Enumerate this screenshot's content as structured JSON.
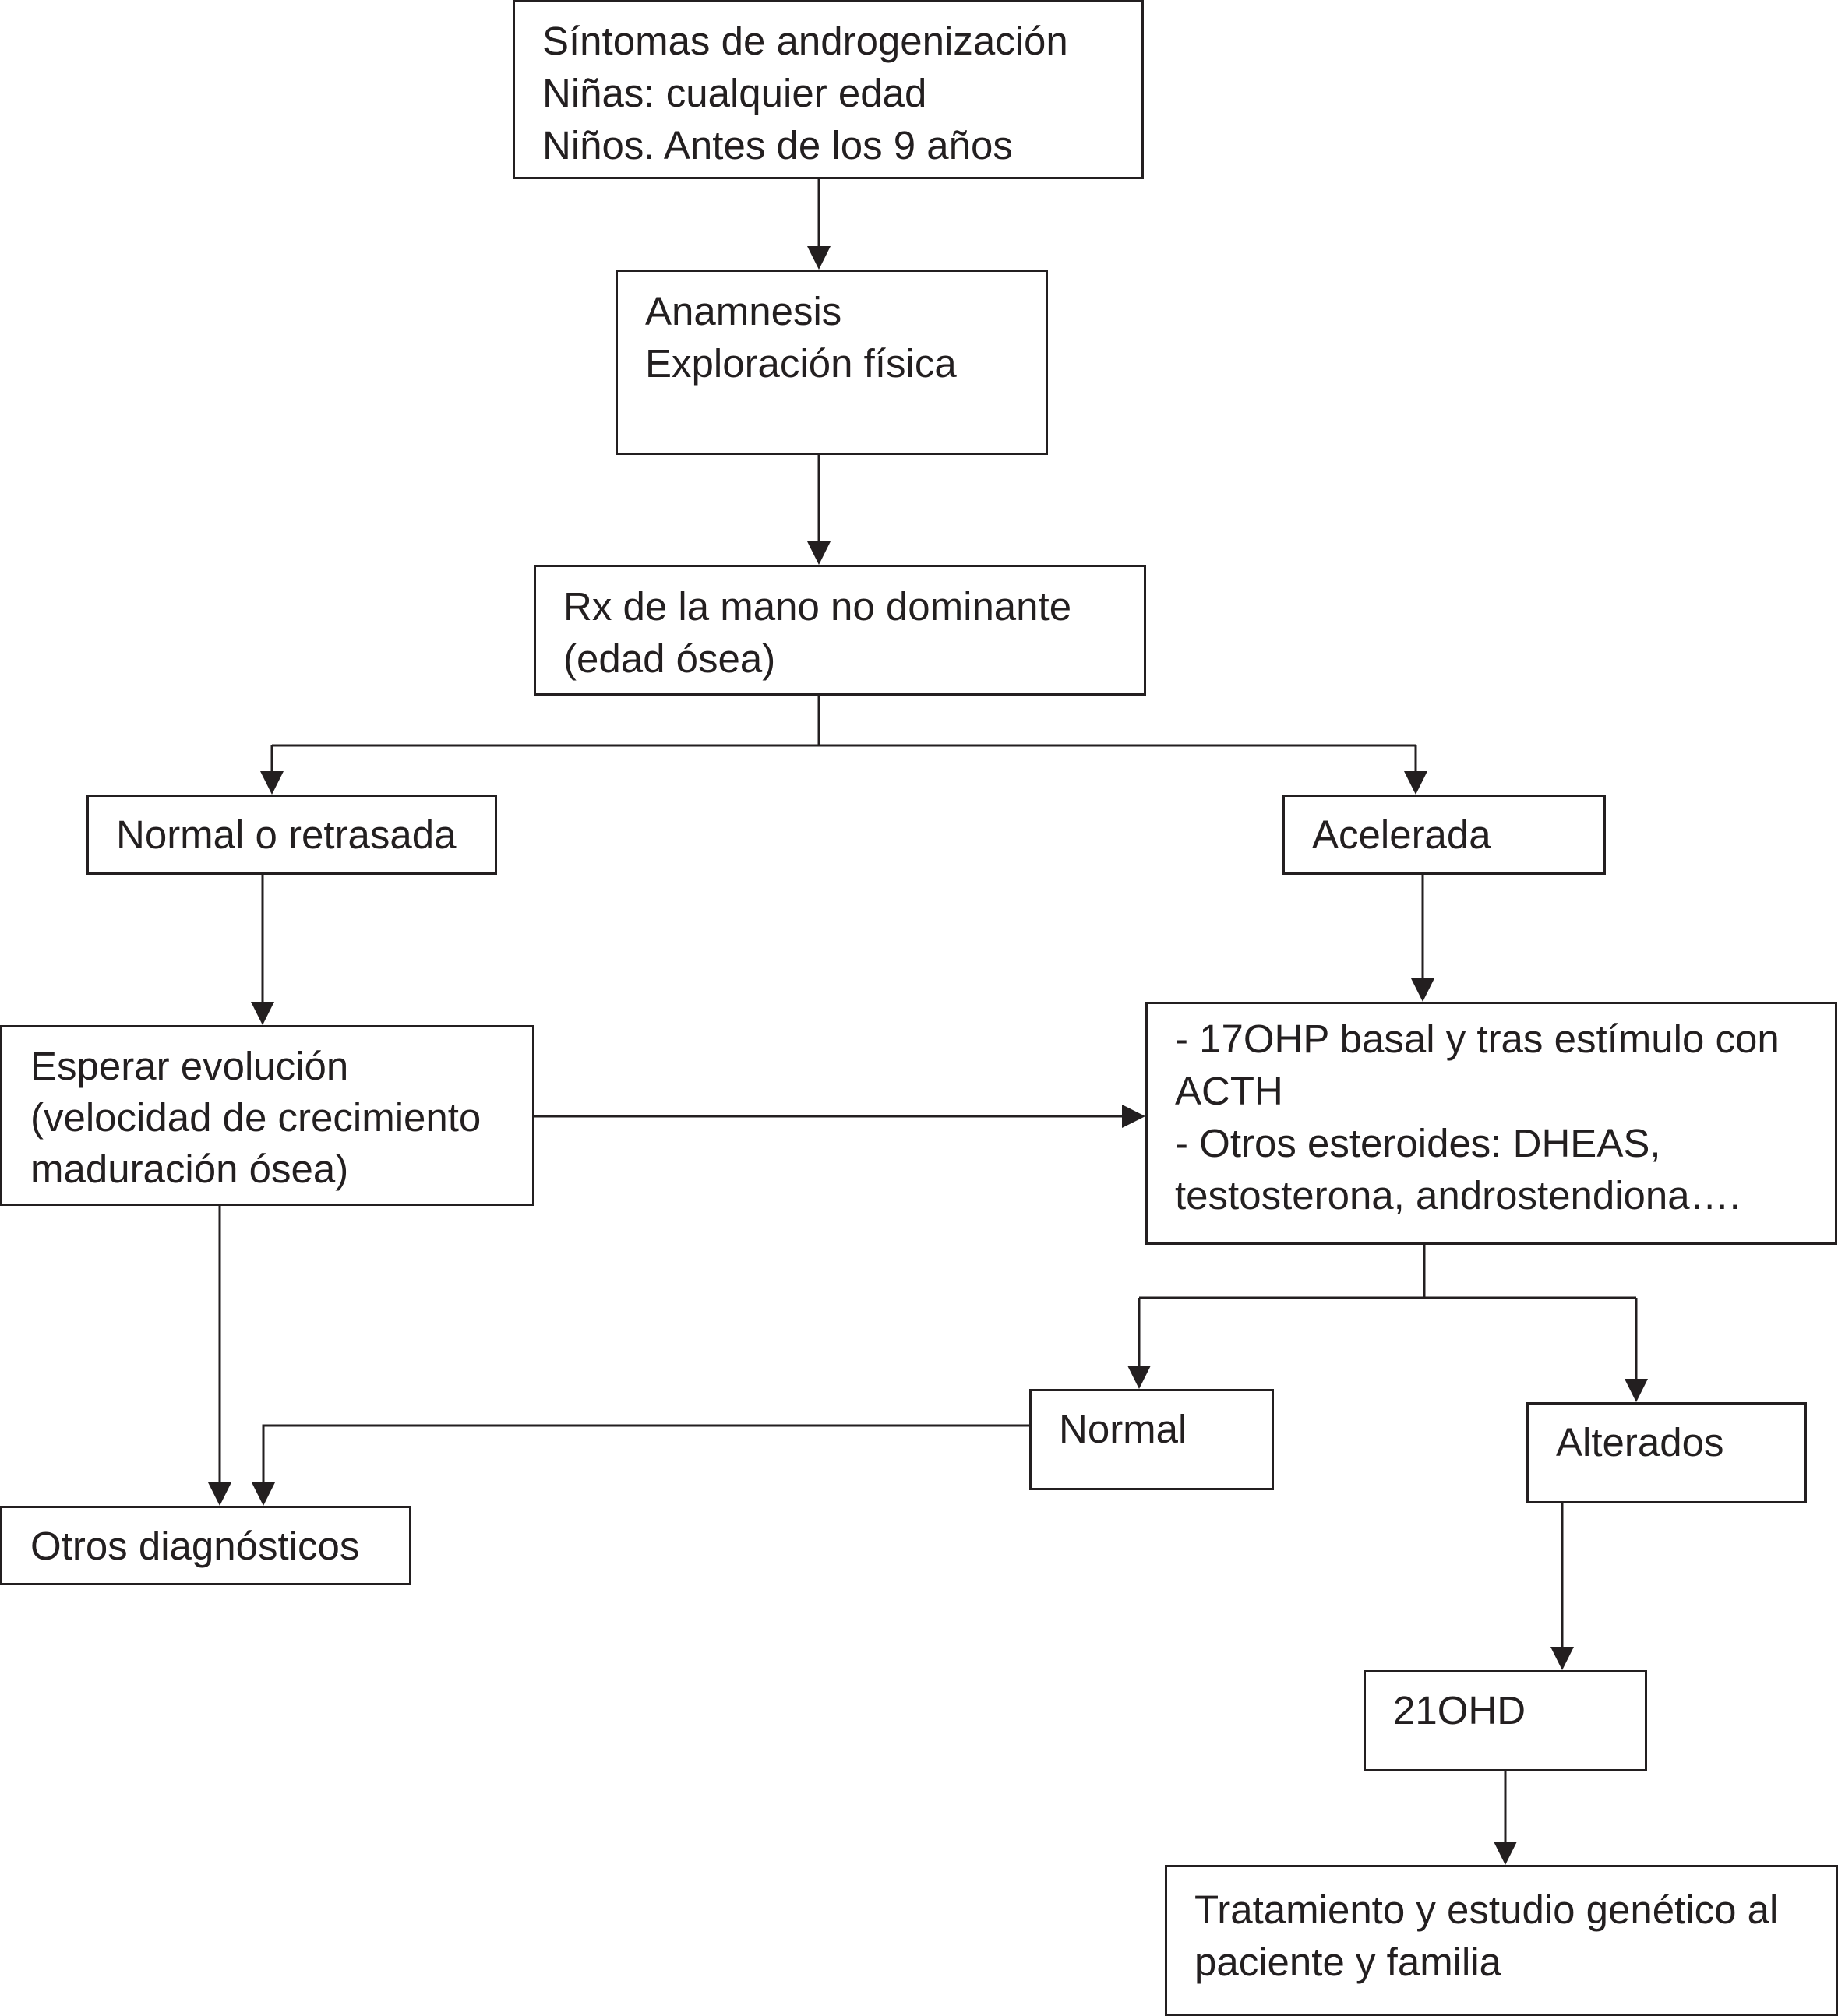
{
  "nodes": {
    "sintomas": {
      "lines": [
        "Síntomas de androgenización",
        "Niñas: cualquier edad",
        "Niños. Antes de los 9 años"
      ]
    },
    "anamnesis": {
      "lines": [
        "Anamnesis",
        "Exploración física"
      ]
    },
    "rx": {
      "lines": [
        "Rx de la mano no dominante",
        "(edad ósea)"
      ]
    },
    "normal_retrasada": {
      "lines": [
        "Normal o retrasada"
      ]
    },
    "acelerada": {
      "lines": [
        "Acelerada"
      ]
    },
    "esperar": {
      "lines": [
        "Esperar evolución",
        "(velocidad de crecimiento",
        "maduración ósea)"
      ]
    },
    "ohp": {
      "lines": [
        "- 17OHP basal y tras estímulo con",
        "ACTH",
        "- Otros esteroides: DHEAS,",
        "testosterona, androstendiona…."
      ]
    },
    "normal": {
      "lines": [
        "Normal"
      ]
    },
    "alterados": {
      "lines": [
        "Alterados"
      ]
    },
    "otros": {
      "lines": [
        "Otros diagnósticos"
      ]
    },
    "ohd": {
      "lines": [
        "21OHD"
      ]
    },
    "tratamiento": {
      "lines": [
        "Tratamiento y estudio genético al",
        "paciente y familia"
      ]
    }
  },
  "colors": {
    "ink": "#231f20",
    "background": "#ffffff"
  }
}
